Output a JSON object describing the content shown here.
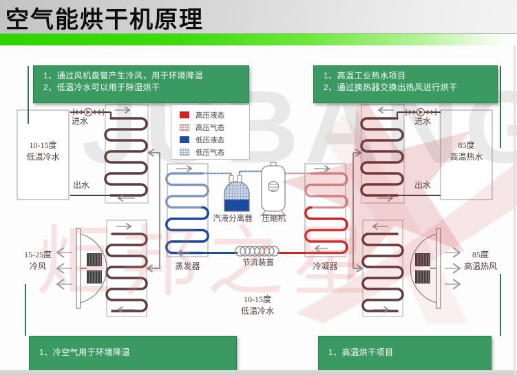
{
  "title": "空气能烘干机原理",
  "info_boxes": {
    "top_left": {
      "line1": "1、通过风机盘管产生冷风，用于环境降温",
      "line2": "2、低温冷水可以用于除湿烘干"
    },
    "top_right": {
      "line1": "1、高温工业热水项目",
      "line2": "2、通过换热器交换出热风进行烘干"
    },
    "bottom_left": {
      "line1": "1、冷空气用于环境降温"
    },
    "bottom_right": {
      "line1": "1、高温烘干项目"
    }
  },
  "legend": {
    "items": [
      {
        "label": "高压液态",
        "swatch": "red-solid",
        "color": "#d42222"
      },
      {
        "label": "高压气态",
        "swatch": "red-dot",
        "color": "#cf8484"
      },
      {
        "label": "低压液态",
        "swatch": "blue-solid",
        "color": "#1d4ea0"
      },
      {
        "label": "低压气态",
        "swatch": "blue-dot",
        "color": "#7e95bd"
      }
    ]
  },
  "tanks": {
    "left": {
      "line1": "10-15度",
      "line2": "低温冷水"
    },
    "right": {
      "line1": "85度",
      "line2": "高温热水"
    }
  },
  "water_labels": {
    "left_in": "进水",
    "left_out": "出水",
    "right_in": "进水",
    "right_out": "出水"
  },
  "air_labels": {
    "left": {
      "line1": "15-25度",
      "line2": "冷风"
    },
    "right": {
      "line1": "85度",
      "line2": "高温热风"
    }
  },
  "components": {
    "evaporator": "蒸发器",
    "separator": "汽液分离器",
    "compressor": "压缩机",
    "throttle": "节流装置",
    "condenser": "冷凝器"
  },
  "center_note": {
    "line1": "10-15度",
    "line2": "低温冷水"
  },
  "watermark": {
    "text": "JUBANG",
    "cn": "炬邦之星"
  },
  "colors": {
    "green_box": "#3a9a62",
    "green_line": "#2e7d4f",
    "title_bar_green": "#2fd400",
    "hp_liquid_red": "#cd2626",
    "hp_gas_red": "#d29090",
    "lp_liquid_blue": "#1b4b9e",
    "lp_gas_blue": "#7e95bd",
    "water_coil_brown": "#5d3c3c",
    "pipe_gray": "#3f3f3f"
  }
}
